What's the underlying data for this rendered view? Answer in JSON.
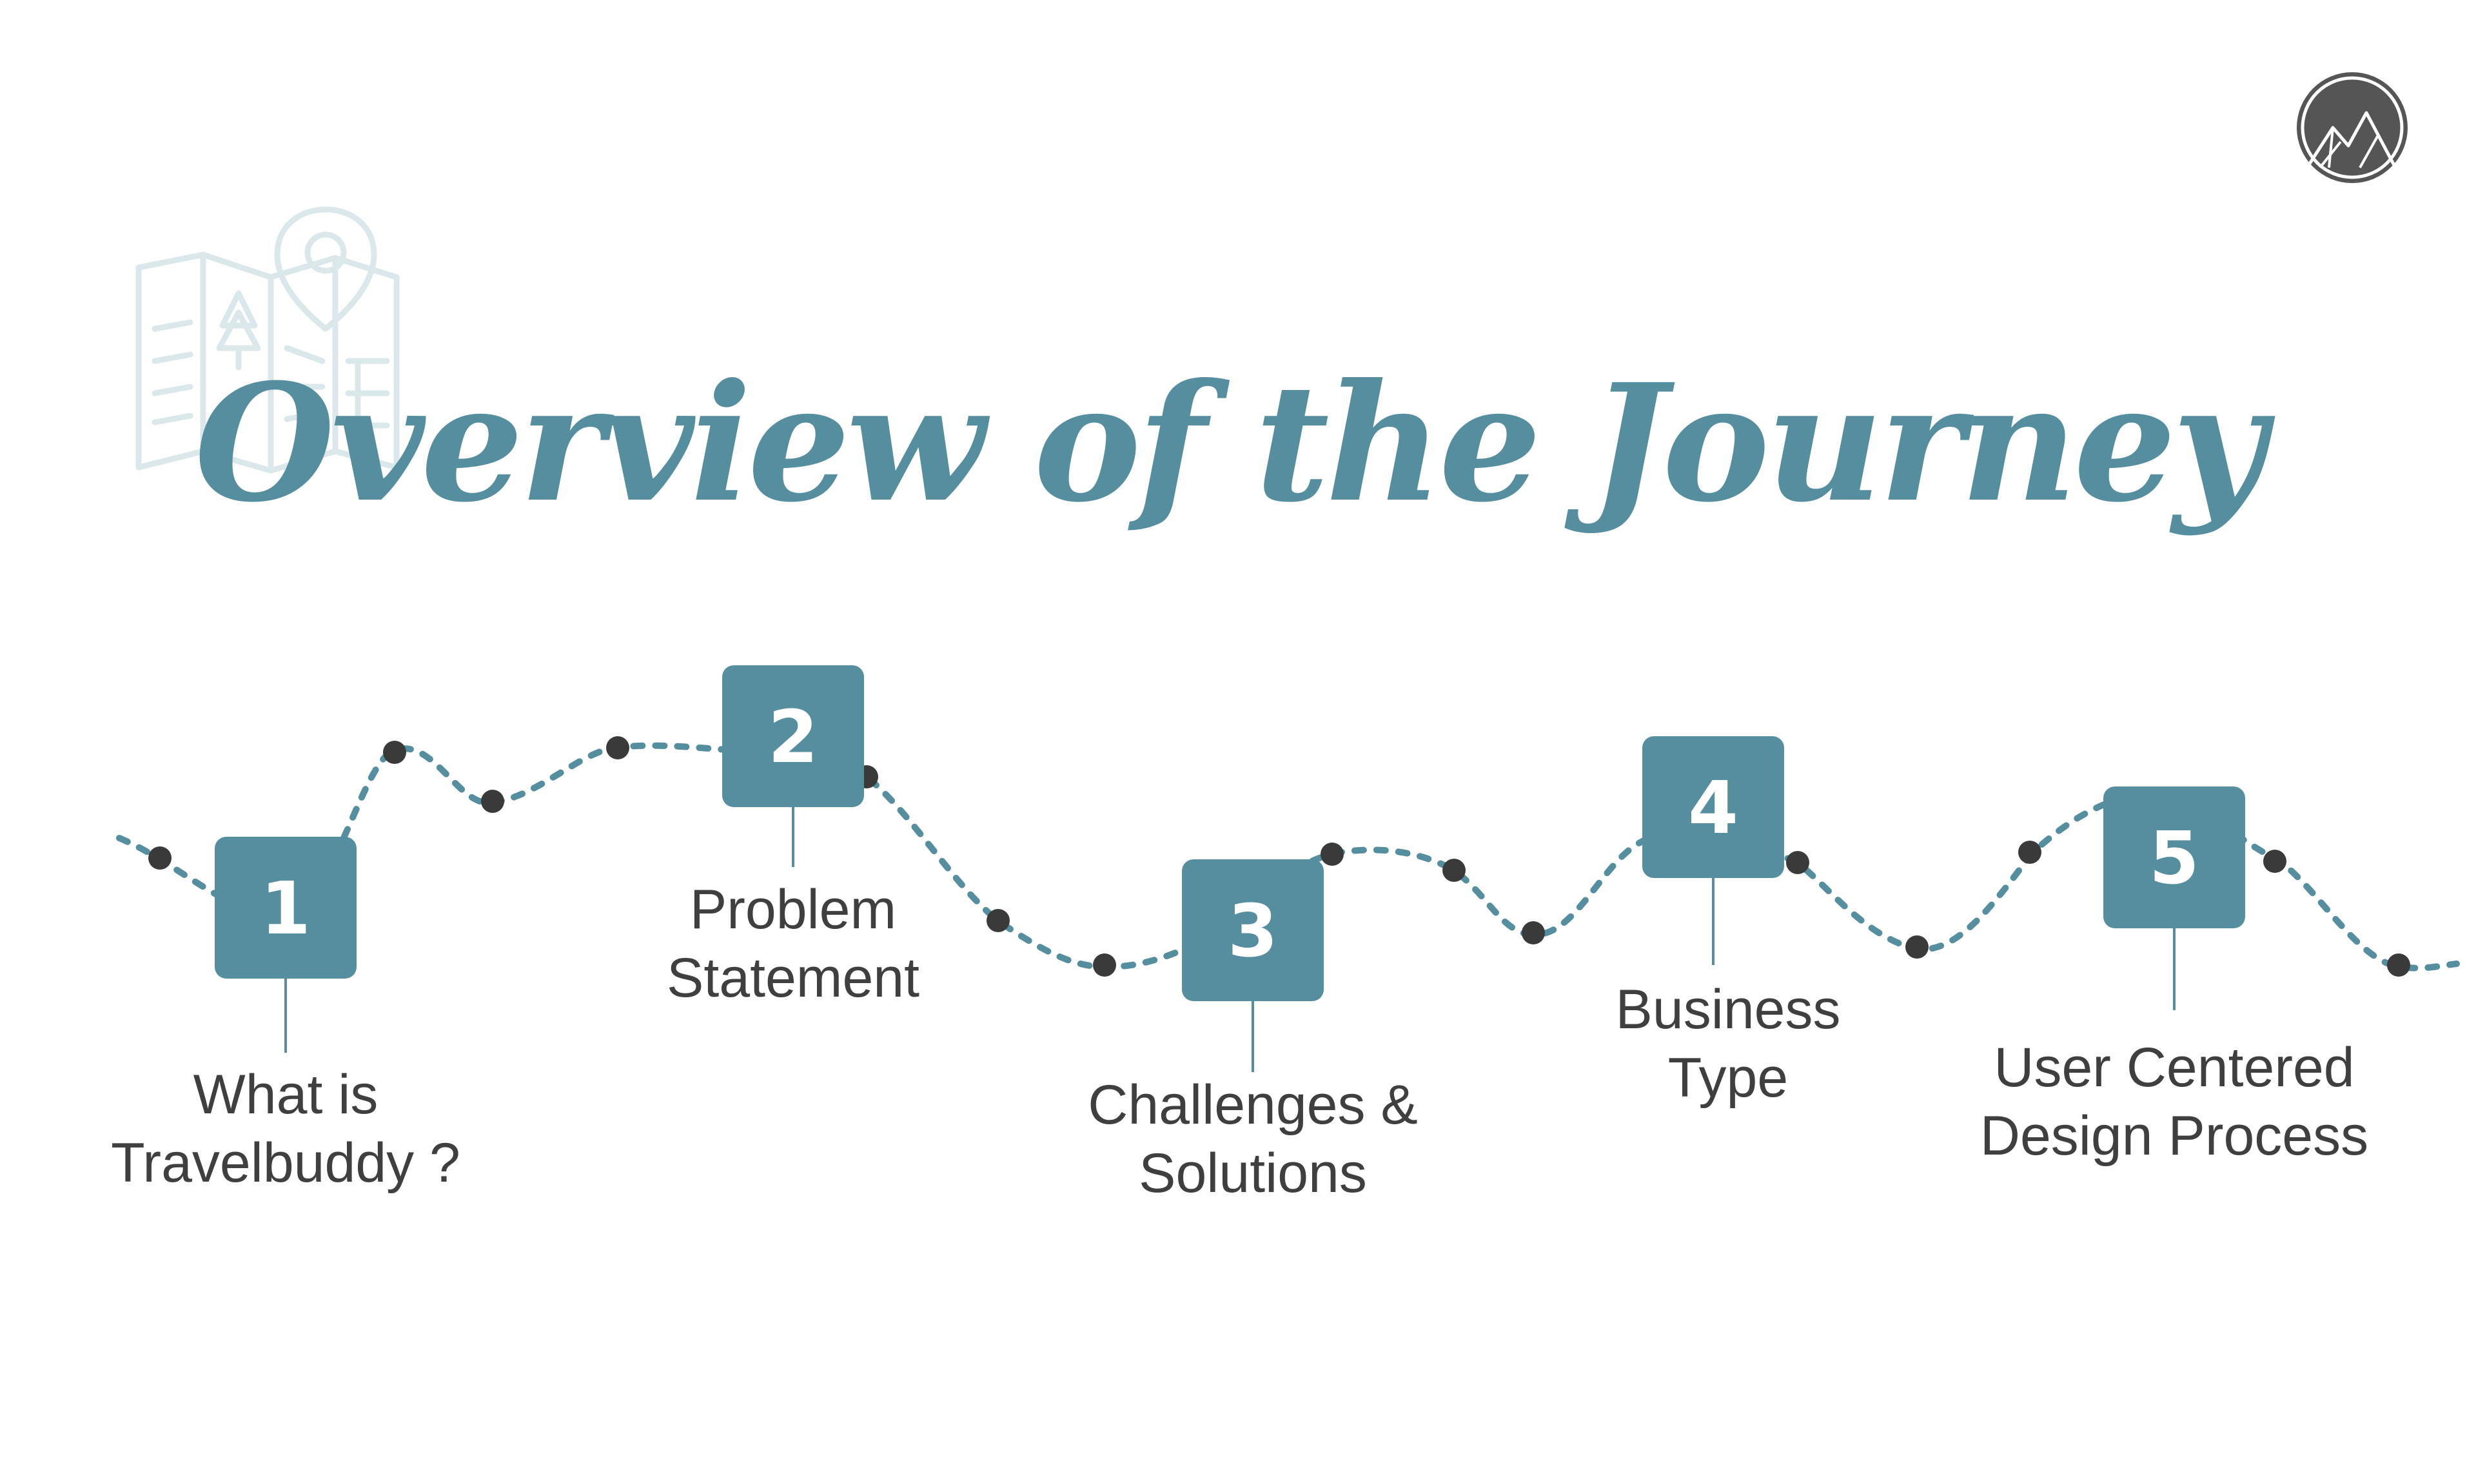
{
  "title": "Overview of the Journey",
  "colors": {
    "accent": "#558e9e",
    "dot": "#3a3a3a",
    "text": "#3f3f3f",
    "faint_icon": "#dbe8eb",
    "logo": "#555555"
  },
  "icons": {
    "map": "map-pin-icon",
    "logo": "mountain-logo-icon"
  },
  "steps": [
    {
      "number": "1",
      "line1": "What is",
      "line2": "Travelbuddy ?"
    },
    {
      "number": "2",
      "line1": "Problem",
      "line2": "Statement"
    },
    {
      "number": "3",
      "line1": "Challenges &",
      "line2": "Solutions"
    },
    {
      "number": "4",
      "line1": "Business",
      "line2": "Type"
    },
    {
      "number": "5",
      "line1": "User Centered",
      "line2": "Design Process"
    }
  ]
}
